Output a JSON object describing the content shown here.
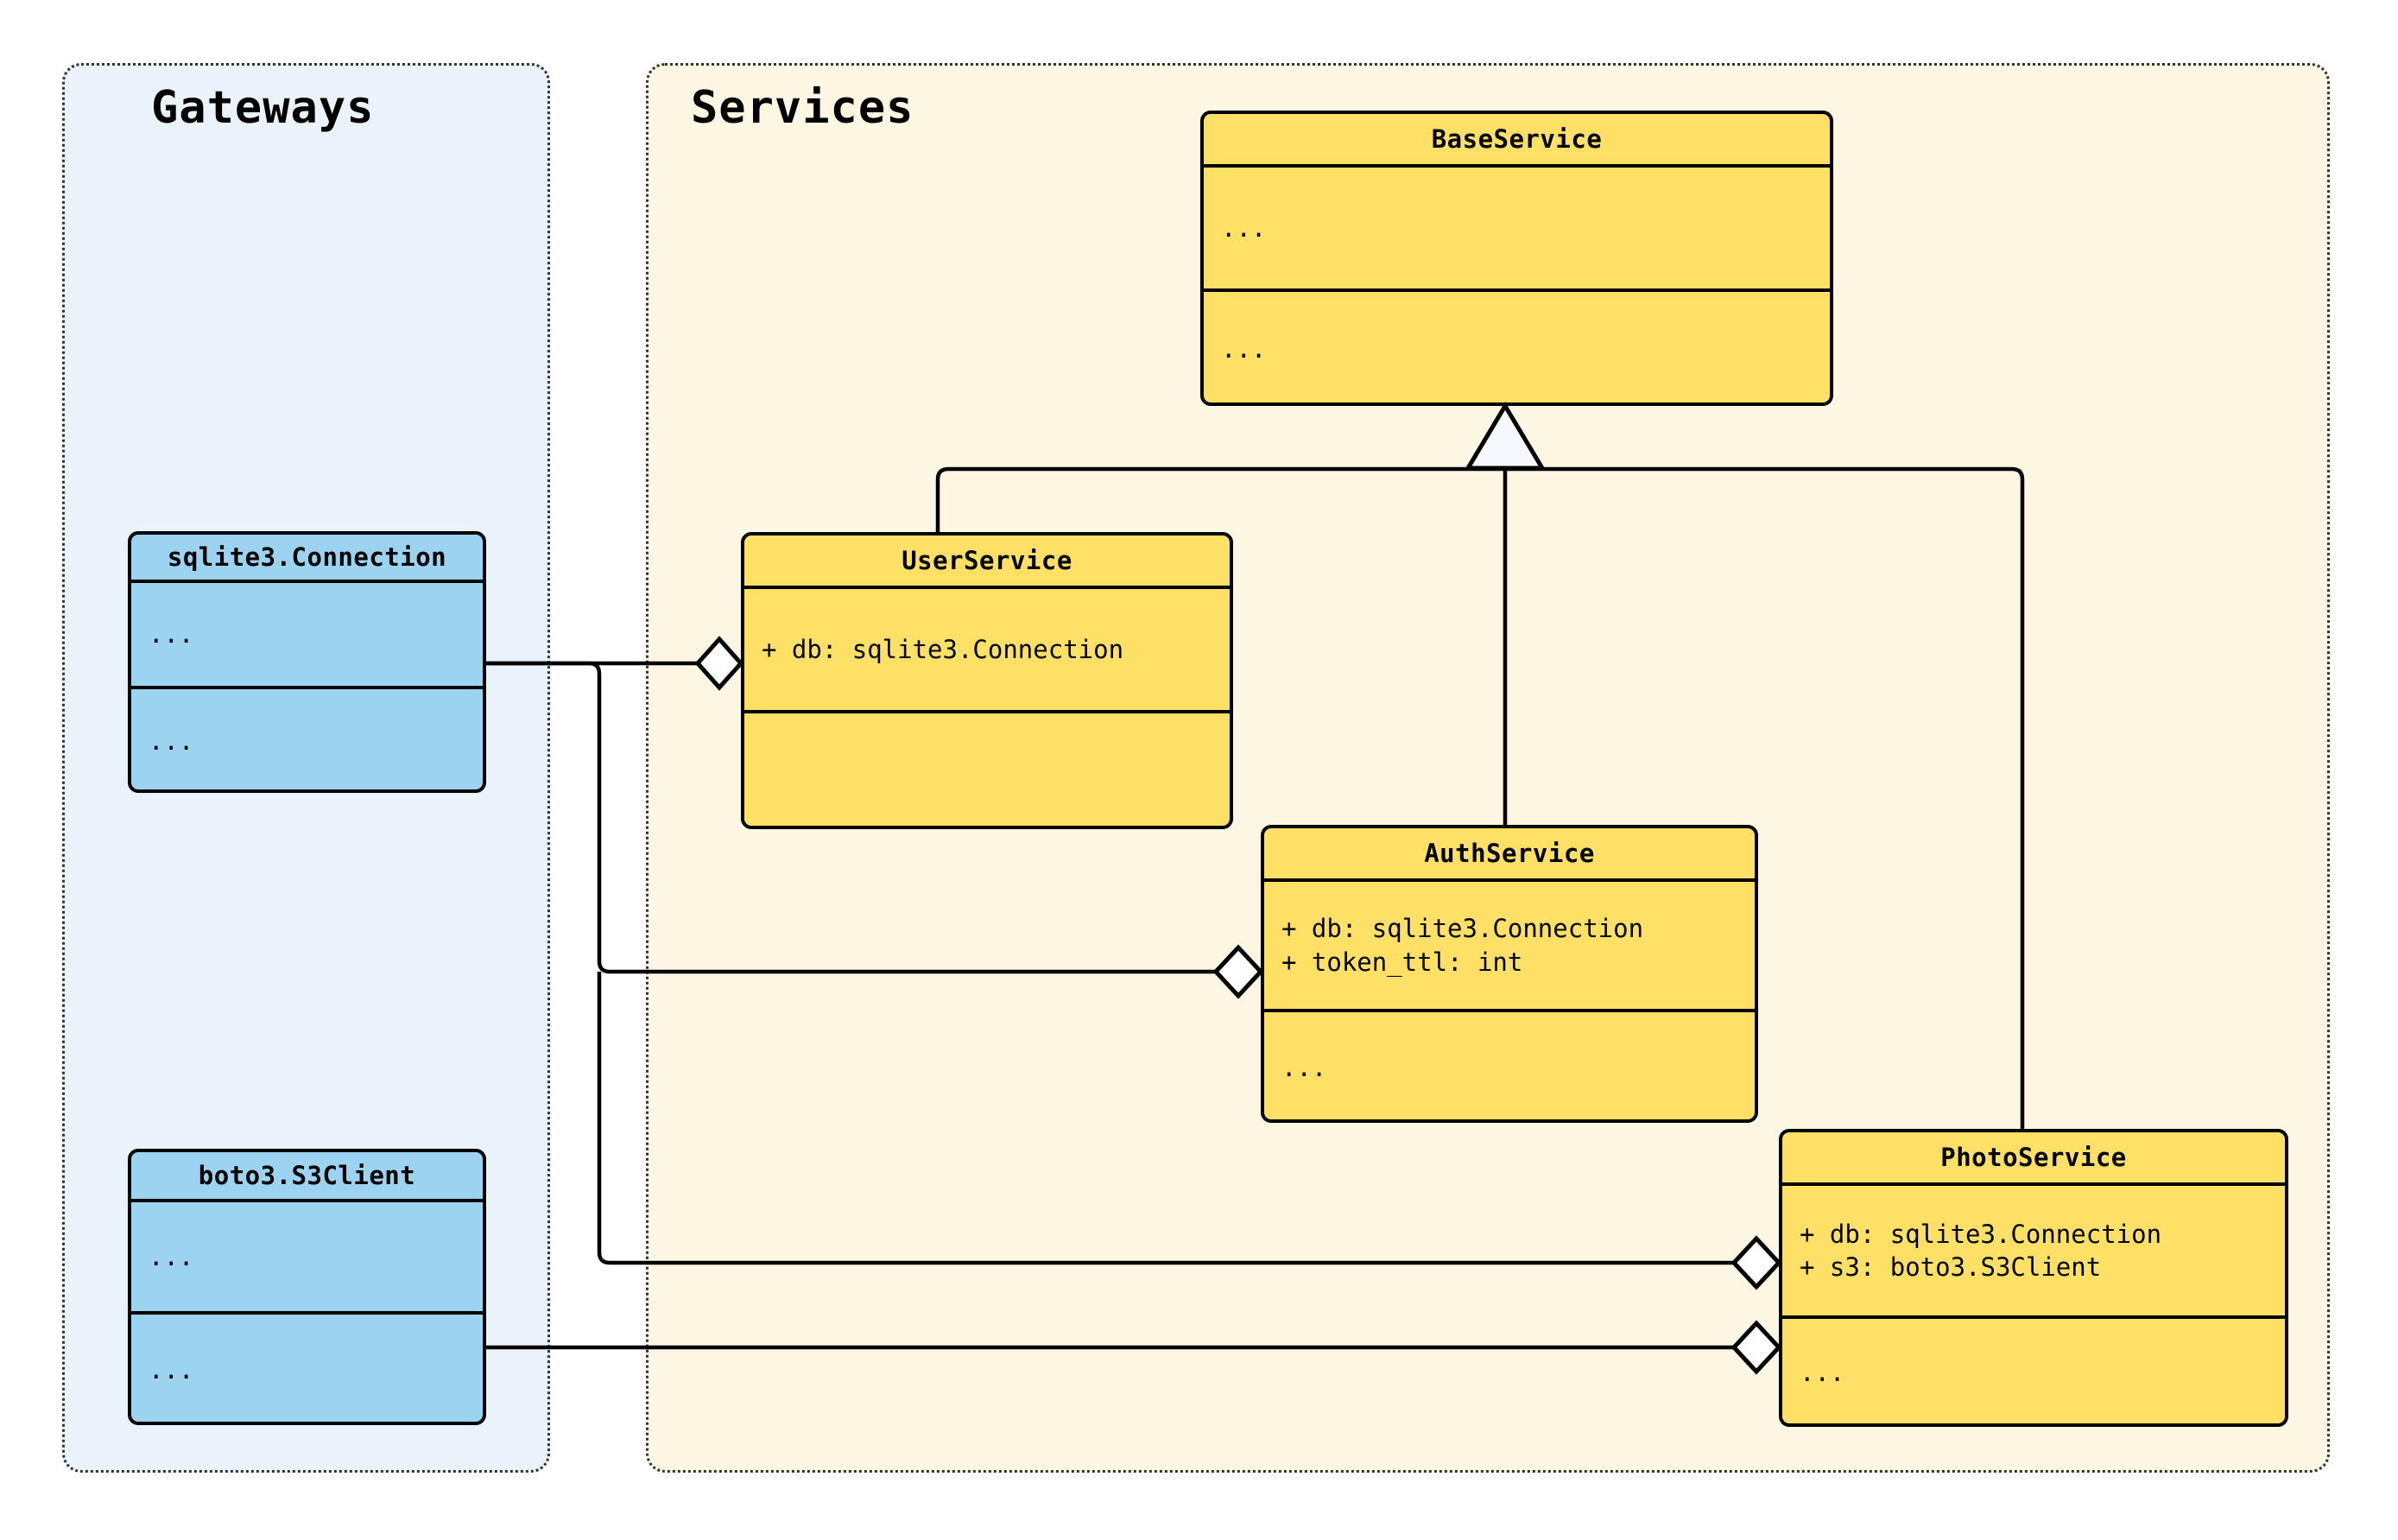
{
  "diagram": {
    "type": "uml-class-diagram",
    "colors": {
      "class_yellow_fill": "#ffe066",
      "class_blue_fill": "#9bd3f0",
      "package_services_fill": "#fdf6e3",
      "package_gateways_fill": "#eaf3fc",
      "stroke": "#000000",
      "package_border": "#333333"
    },
    "packages": [
      {
        "id": "gateways",
        "title": "Gateways"
      },
      {
        "id": "services",
        "title": "Services"
      }
    ],
    "classes": {
      "base_service": {
        "name": "BaseService",
        "attributes": "...",
        "methods": "..."
      },
      "user_service": {
        "name": "UserService",
        "attributes": "+ db: sqlite3.Connection",
        "methods": ""
      },
      "auth_service": {
        "name": "AuthService",
        "attributes": "+ db: sqlite3.Connection\n+ token_ttl: int",
        "methods": "..."
      },
      "photo_service": {
        "name": "PhotoService",
        "attributes": "+ db: sqlite3.Connection\n+ s3: boto3.S3Client",
        "methods": "..."
      },
      "sqlite_connection": {
        "name": "sqlite3.Connection",
        "attributes": "...",
        "methods": "..."
      },
      "s3_client": {
        "name": "boto3.S3Client",
        "attributes": "...",
        "methods": "..."
      }
    },
    "relations": [
      {
        "kind": "generalization",
        "from": "UserService",
        "to": "BaseService"
      },
      {
        "kind": "generalization",
        "from": "AuthService",
        "to": "BaseService"
      },
      {
        "kind": "generalization",
        "from": "PhotoService",
        "to": "BaseService"
      },
      {
        "kind": "aggregation",
        "from": "UserService",
        "to": "sqlite3.Connection"
      },
      {
        "kind": "aggregation",
        "from": "AuthService",
        "to": "sqlite3.Connection"
      },
      {
        "kind": "aggregation",
        "from": "PhotoService",
        "to": "sqlite3.Connection"
      },
      {
        "kind": "aggregation",
        "from": "PhotoService",
        "to": "boto3.S3Client"
      }
    ]
  }
}
